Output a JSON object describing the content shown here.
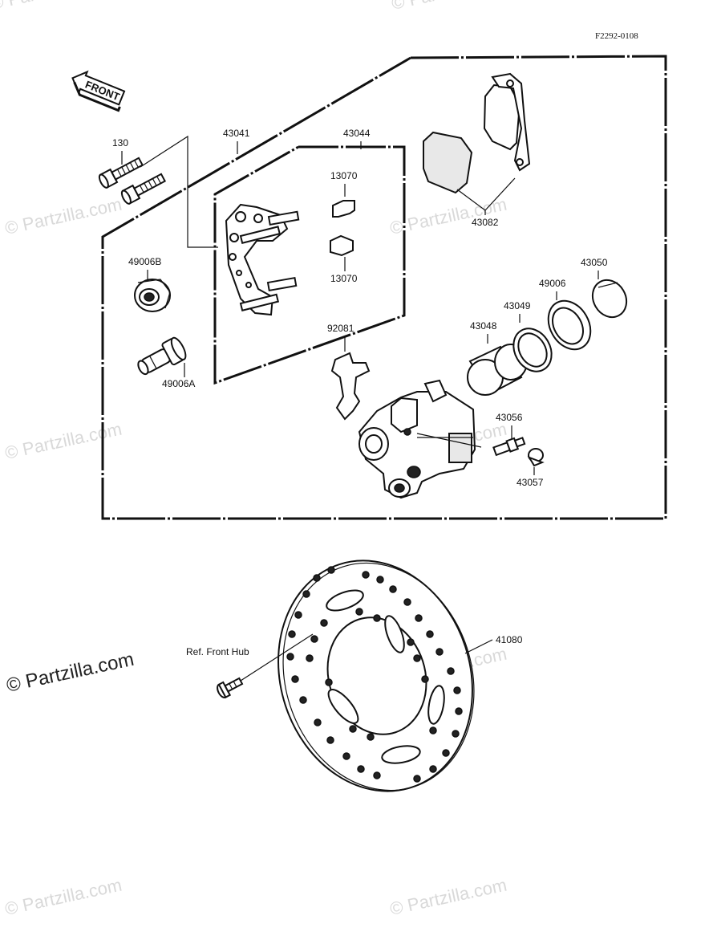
{
  "diagram_code": "F2292-0108",
  "front_arrow_label": "FRONT",
  "watermarks": [
    "© Partzilla.com",
    "© Partzilla.com",
    "© Partzilla.com",
    "© Partzilla.com",
    "© Partzilla.com",
    "© Partzilla.com",
    "© Partzilla.com",
    "© Partzilla.com",
    "© Partzilla.com"
  ],
  "main_watermark": "© Partzilla.com",
  "callouts": {
    "p130": "130",
    "p43041": "43041",
    "p43044": "43044",
    "p13070a": "13070",
    "p13070b": "13070",
    "p43082": "43082",
    "p49006B": "49006B",
    "p49006A": "49006A",
    "p92081": "92081",
    "p43048": "43048",
    "p43049": "43049",
    "p49006": "49006",
    "p43050": "43050",
    "p43056": "43056",
    "p43057": "43057",
    "p41080": "41080",
    "ref_front_hub": "Ref. Front Hub"
  }
}
